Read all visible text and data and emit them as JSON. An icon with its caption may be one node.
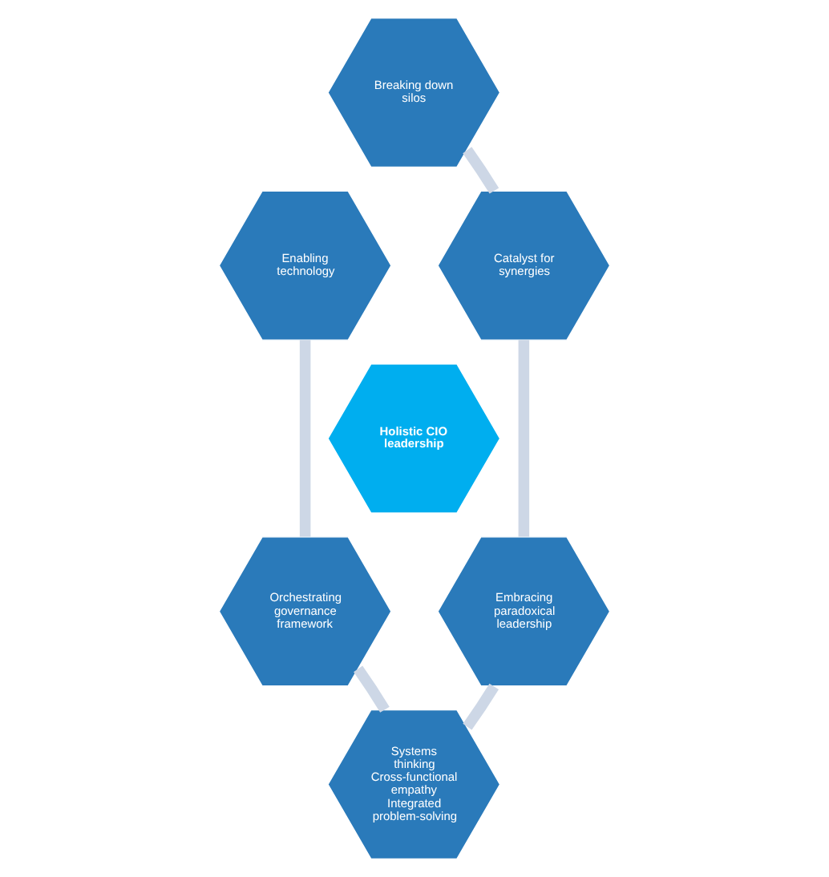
{
  "diagram": {
    "nodes": [
      {
        "text": [
          "Breaking down silos"
        ]
      },
      {
        "text": [
          "Enabling technology"
        ]
      },
      {
        "text": [
          "Catalyst for synergies"
        ]
      },
      {
        "text": [
          "Holistic CIO leadership"
        ]
      },
      {
        "text": [
          "Orchestrating governance framework"
        ]
      },
      {
        "text": [
          "Embracing paradoxical leadership"
        ]
      },
      {
        "text": [
          "Systems thinking",
          "Cross-functional empathy",
          "Integrated problem-solving"
        ]
      }
    ],
    "edges": [
      {
        "from": 0,
        "to": 2,
        "arrow": "none"
      },
      {
        "from": 2,
        "to": 5,
        "arrow": "none"
      },
      {
        "from": 5,
        "to": 6,
        "arrow": "none"
      },
      {
        "from": 6,
        "to": 4,
        "arrow": "none"
      },
      {
        "from": 4,
        "to": 1,
        "arrow": "none"
      }
    ]
  }
}
